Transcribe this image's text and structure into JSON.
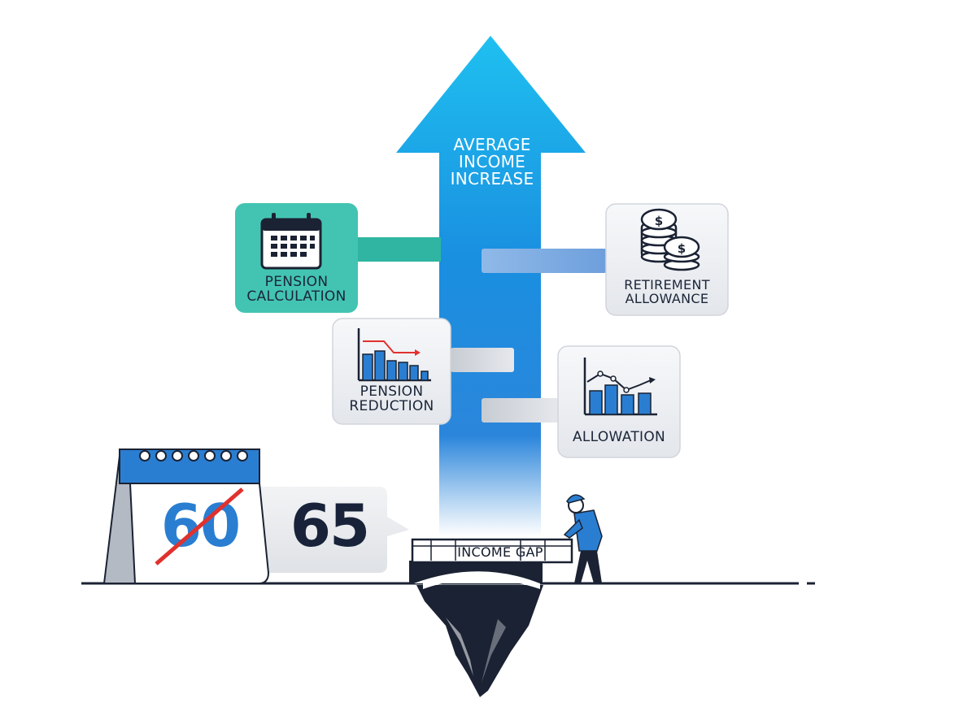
{
  "arrow": {
    "line1": "AVERAGE",
    "line2": "INCOME",
    "line3": "INCREASE"
  },
  "cards": {
    "pension_calculation": {
      "line1": "PENSION",
      "line2": "CALCULATION"
    },
    "retirement_allowance": {
      "line1": "RETIREMENT",
      "line2": "ALLOWANCE"
    },
    "pension_reduction": {
      "line1": "PENSION",
      "line2": "REDUCTION"
    },
    "allowation": {
      "line1": "ALLOWATION"
    }
  },
  "calendar": {
    "old_age": "60",
    "new_age": "65"
  },
  "bridge": {
    "label": "INCOME GAP"
  },
  "colors": {
    "arrow_top": "#1fb6ee",
    "arrow_bottom": "#1877d6",
    "teal_card": "#3fc2b0",
    "navy": "#18233a",
    "blue": "#2a7ed1",
    "red": "#e0312e"
  }
}
